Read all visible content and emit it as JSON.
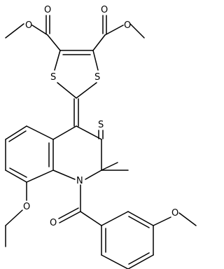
{
  "atoms": {
    "o_ester1_ether": "O",
    "o_ester1_carbonyl": "O",
    "o_ester2_carbonyl": "O",
    "o_ester2_ether": "O",
    "s_ring_left": "S",
    "s_ring_right": "S",
    "s_thione": "S",
    "n_ring": "N",
    "o_ethoxy": "O",
    "o_amide": "O",
    "o_methoxy": "O"
  },
  "colors": {
    "bond": "#000000",
    "label": "#000000",
    "background": "#ffffff"
  }
}
